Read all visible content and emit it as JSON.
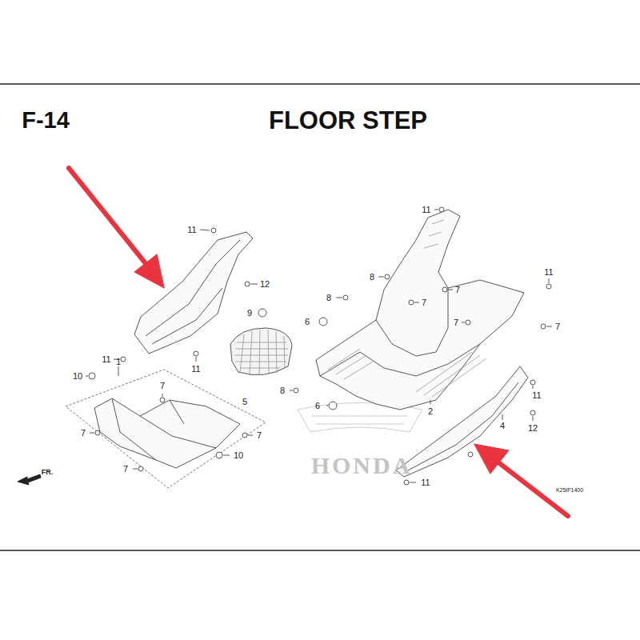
{
  "diagram": {
    "title": "FLOOR STEP",
    "labels": [
      "F-14",
      "11",
      "12",
      "11",
      "11",
      "9",
      "5",
      "8",
      "6",
      "8",
      "11",
      "7",
      "7",
      "7",
      "7",
      "11",
      "8",
      "6",
      "2",
      "11",
      "12",
      "4",
      "11",
      "10",
      "1",
      "7",
      "7",
      "7",
      "10",
      "7",
      "FR.",
      "K25IF1400",
      "HONDA"
    ]
  }
}
